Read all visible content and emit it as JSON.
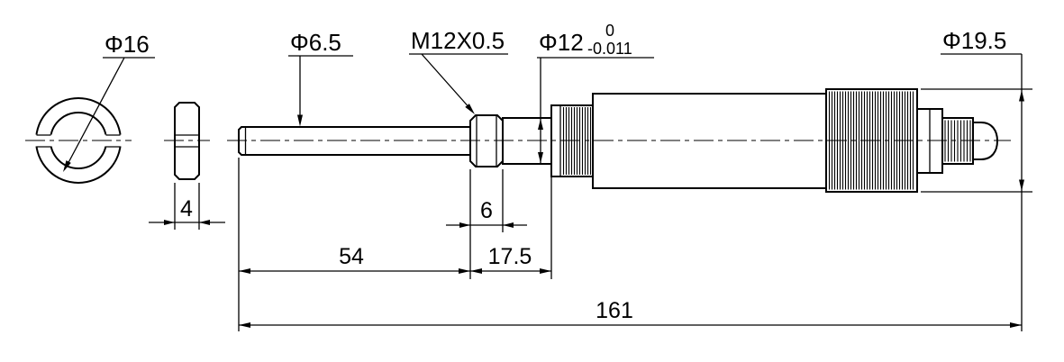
{
  "drawing": {
    "callouts": {
      "ring_od": "Φ16",
      "spindle_od": "Φ6.5",
      "thread": "M12X0.5",
      "stem_od": "Φ12",
      "stem_tol_upper": "0",
      "stem_tol_lower": "-0.011",
      "thimble_od": "Φ19.5"
    },
    "dims": {
      "washer_thickness": "4",
      "locknut_width": "6",
      "spindle_length": "54",
      "stem_length": "17.5",
      "overall_length": "161"
    },
    "colors": {
      "line": "#000000",
      "background": "#ffffff"
    }
  }
}
